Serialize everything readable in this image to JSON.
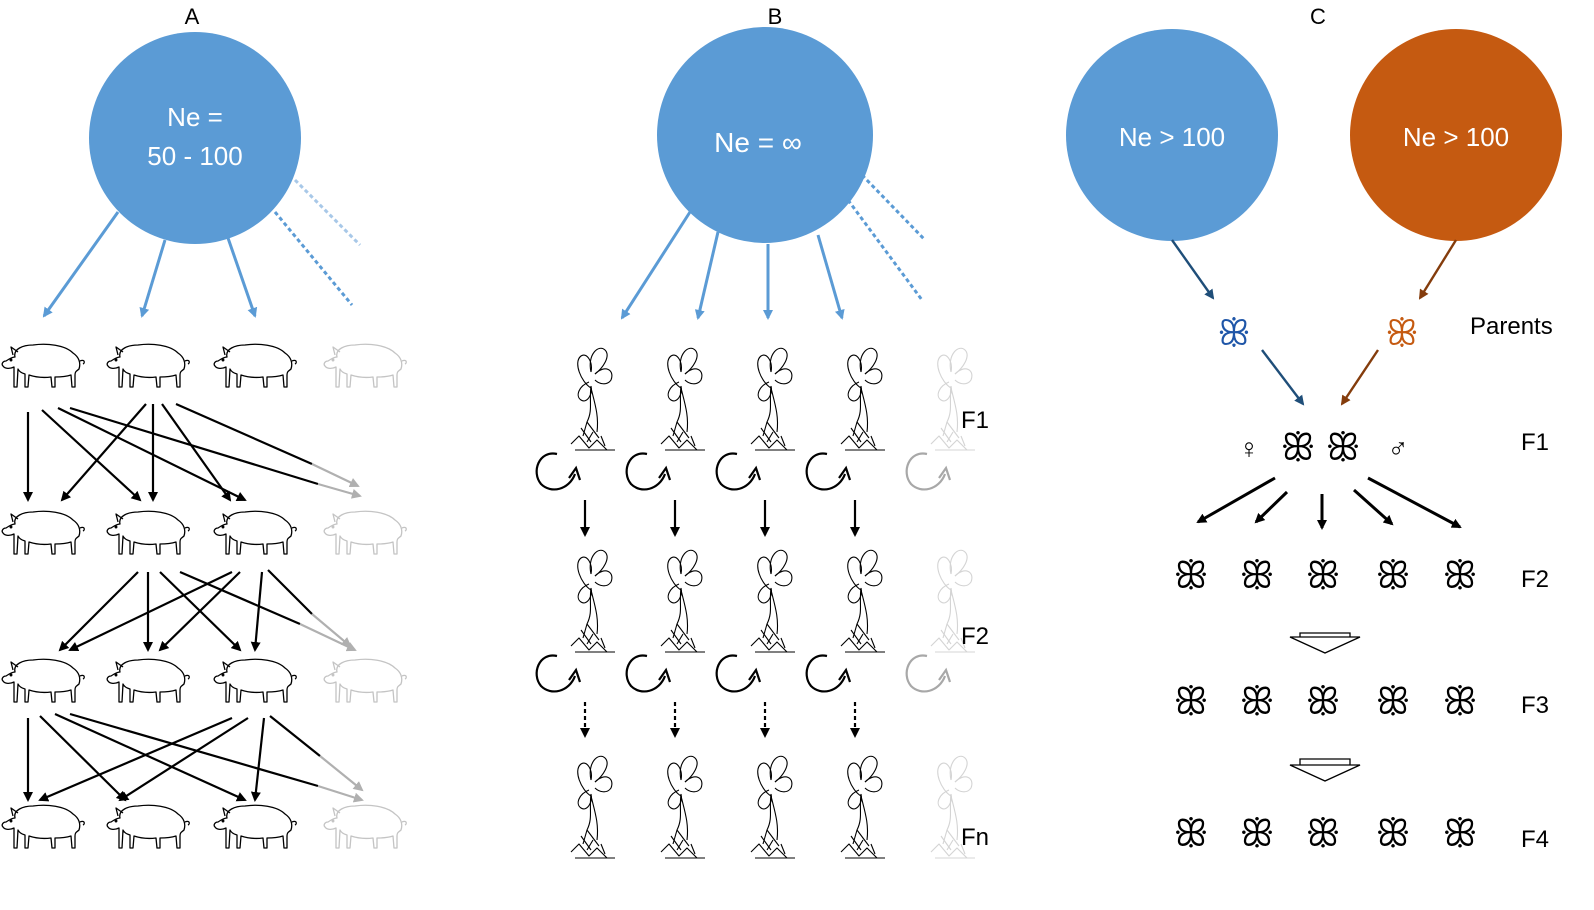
{
  "panels": {
    "a": {
      "label": "A",
      "ne_line1": "Ne =",
      "ne_line2": "50 - 100",
      "organism": "pig"
    },
    "b": {
      "label": "B",
      "ne": "Ne = ∞",
      "organism": "plant"
    },
    "c": {
      "label": "C",
      "ne_left": "Ne > 100",
      "ne_right": "Ne > 100",
      "organism": "butterfly"
    }
  },
  "generations_b": [
    "F1",
    "F2",
    "Fn"
  ],
  "generations_c": {
    "parents": "Parents",
    "f1": "F1",
    "f2": "F2",
    "f3": "F3",
    "f4": "F4"
  },
  "sex_symbols": {
    "female": "♀",
    "male": "♂"
  },
  "butterfly_glyph": "ꕥ",
  "colors": {
    "blue": "#5b9bd5",
    "orange": "#c55a11",
    "dark_blue": "#1f4e79",
    "dark_orange": "#843c0c",
    "black": "#000000",
    "gray": "#b0b0b0"
  }
}
